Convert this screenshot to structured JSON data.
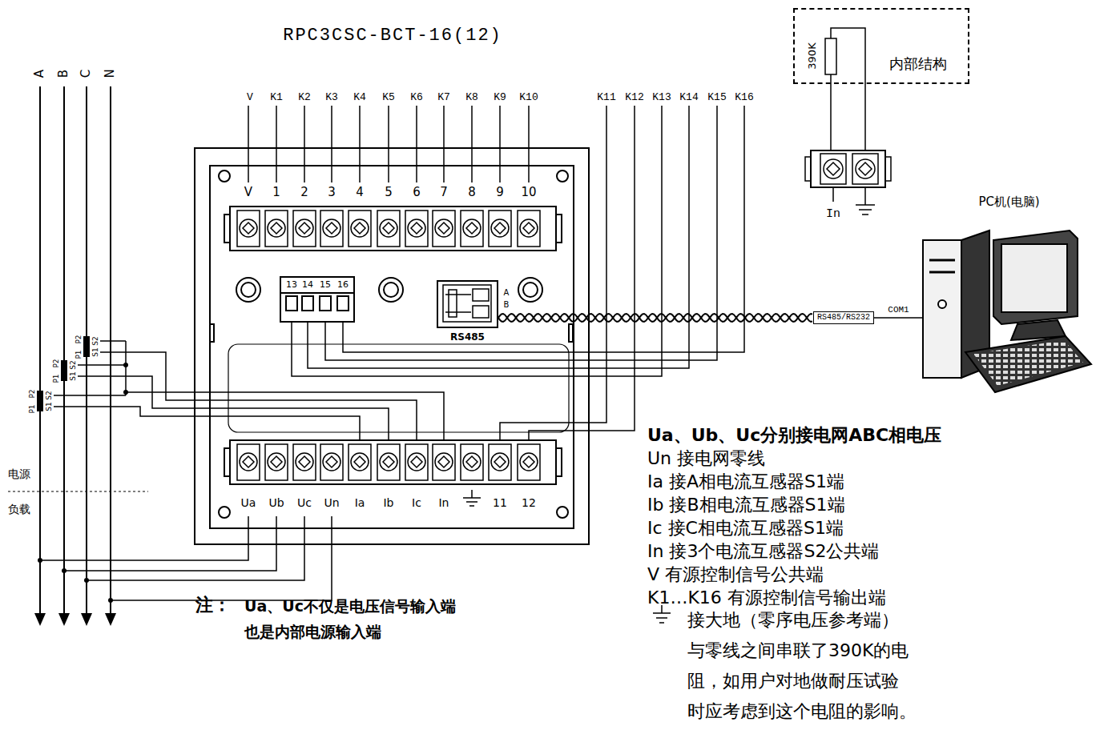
{
  "diagram": {
    "title": "RPC3CSC-BCT-16(12)",
    "nodes": [
      {
        "text": [
          "RS485"
        ]
      },
      {
        "text": [
          "RS485/RS232"
        ]
      },
      {
        "text": [
          "PC机(电脑)"
        ]
      },
      {
        "text": [
          "内部结构"
        ]
      }
    ],
    "edges": [
      {
        "from": 0,
        "to": 1,
        "arrow": "none"
      },
      {
        "from": 1,
        "to": 2,
        "label": "COM1",
        "arrow": "none"
      }
    ],
    "labels": [
      "A",
      "B",
      "C",
      "N",
      "V",
      "K1",
      "K2",
      "K3",
      "K4",
      "K5",
      "K6",
      "K7",
      "K8",
      "K9",
      "K10",
      "K11",
      "K12",
      "K13",
      "K14",
      "K15",
      "K16",
      "V",
      "1",
      "2",
      "3",
      "4",
      "5",
      "6",
      "7",
      "8",
      "9",
      "10",
      "13",
      "14",
      "15",
      "16",
      "A",
      "B",
      "Ua",
      "Ub",
      "Uc",
      "Un",
      "Ia",
      "Ib",
      "Ic",
      "In",
      "11",
      "12",
      "390K",
      "In",
      "P2",
      "P1",
      "S1",
      "S2",
      "P2",
      "P1",
      "S1",
      "S2",
      "P2",
      "P1",
      "S1",
      "S2",
      "电源",
      "负载",
      "注：",
      "Ua、Uc不仅是电压信号输入端 也是内部电源输入端",
      "Ua、Ub、Uc分别接电网ABC相电压",
      "Un 接电网零线",
      "Ia 接A相电流互感器S1端",
      "Ib 接B相电流互感器S1端",
      "Ic 接C相电流互感器S1端",
      "In 接3个电流互感器S2公共端",
      "V 有源控制信号公共端",
      "K1…K16 有源控制信号输出端",
      "接大地（零序电压参考端） 与零线之间串联了390K的电 阻，如用户对地做耐压试验 时应考虑到这个电阻的影响。"
    ]
  }
}
